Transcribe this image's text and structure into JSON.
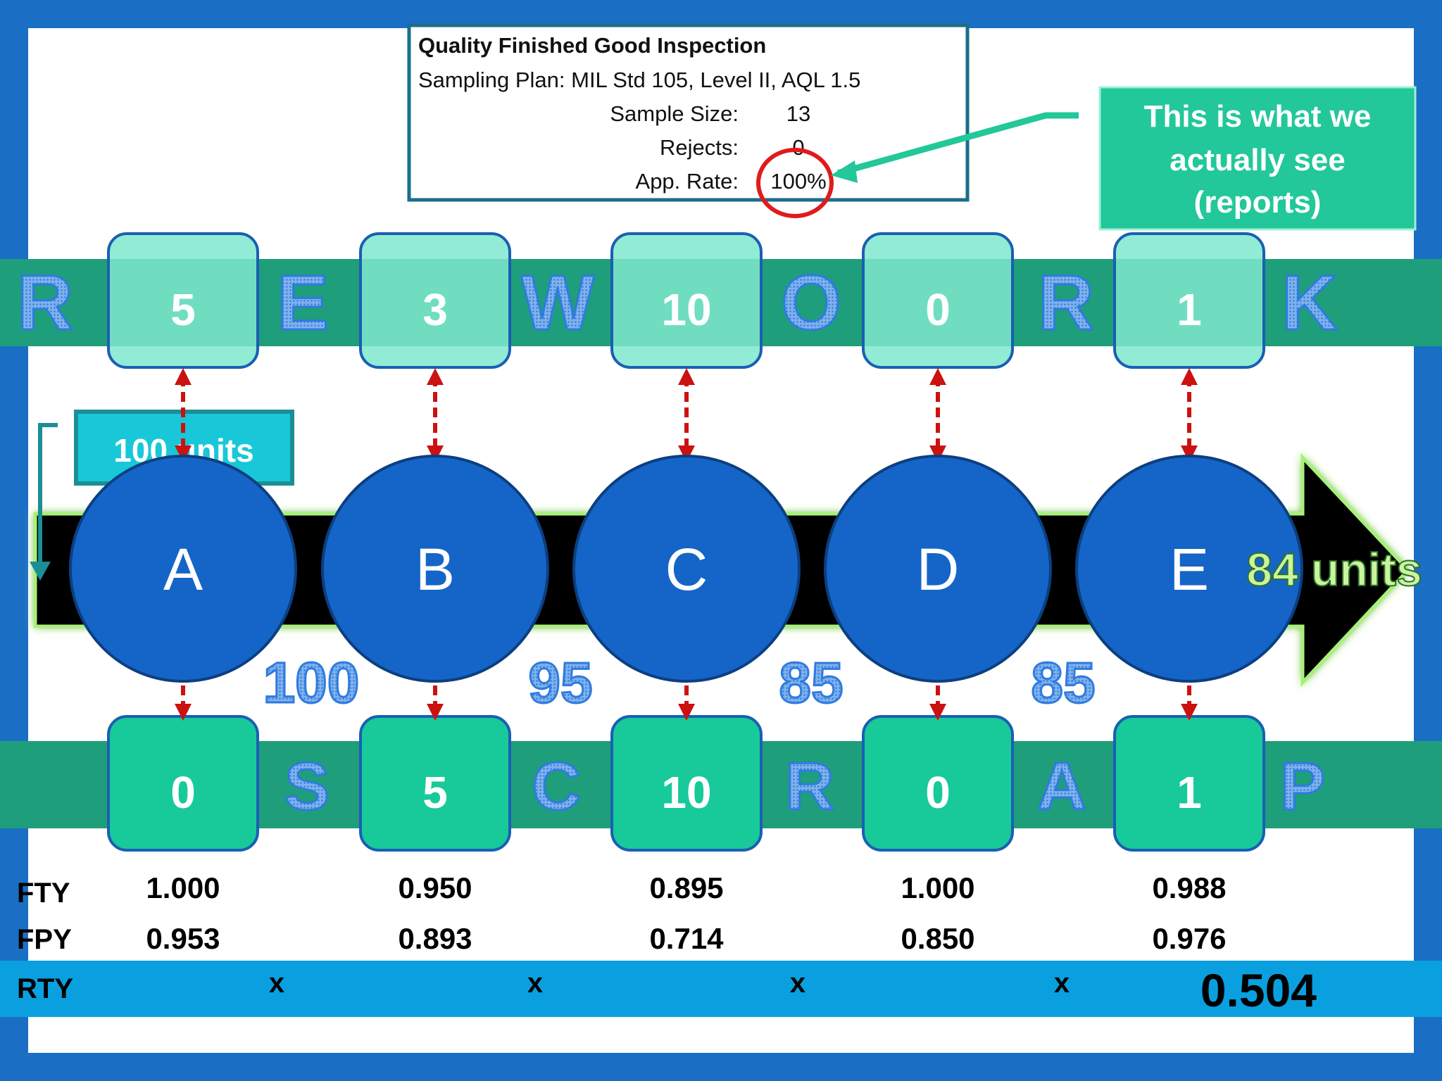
{
  "inspection": {
    "title": "Quality Finished Good Inspection",
    "plan": "Sampling Plan: MIL Std 105, Level II, AQL 1.5",
    "rows": [
      {
        "label": "Sample Size:",
        "value": "13"
      },
      {
        "label": "Rejects:",
        "value": "0"
      },
      {
        "label": "App. Rate:",
        "value": "100%"
      }
    ]
  },
  "callout": {
    "lines": [
      "This is what we",
      "actually see",
      "(reports)"
    ]
  },
  "rework": {
    "letters": [
      "R",
      "E",
      "W",
      "O",
      "R",
      "K"
    ],
    "values": [
      "5",
      "3",
      "10",
      "0",
      "1"
    ]
  },
  "scrap": {
    "letters": [
      "S",
      "C",
      "R",
      "A",
      "P"
    ],
    "values": [
      "0",
      "5",
      "10",
      "0",
      "1"
    ]
  },
  "flow": {
    "input_label": "100 units",
    "output_label": "84 units",
    "steps": [
      "A",
      "B",
      "C",
      "D",
      "E"
    ],
    "between_counts": [
      "100",
      "95",
      "85",
      "85"
    ]
  },
  "metrics": {
    "fty_label": "FTY",
    "fpy_label": "FPY",
    "rty_label": "RTY",
    "fty": [
      "1.000",
      "0.950",
      "0.895",
      "1.000",
      "0.988"
    ],
    "fpy": [
      "0.953",
      "0.893",
      "0.714",
      "0.850",
      "0.976"
    ],
    "multiply": [
      "x",
      "x",
      "x",
      "x"
    ],
    "rty": "0.504"
  },
  "colors": {
    "frame": "#1a6fc4",
    "band": "#1e9e7a",
    "rework_box": "#7fe8cd",
    "scrap_box": "#18c99a",
    "circle": "#1565c8",
    "rty_band": "#0aa0e0",
    "arrow": "#cc1111",
    "callout": "#22c79a"
  }
}
